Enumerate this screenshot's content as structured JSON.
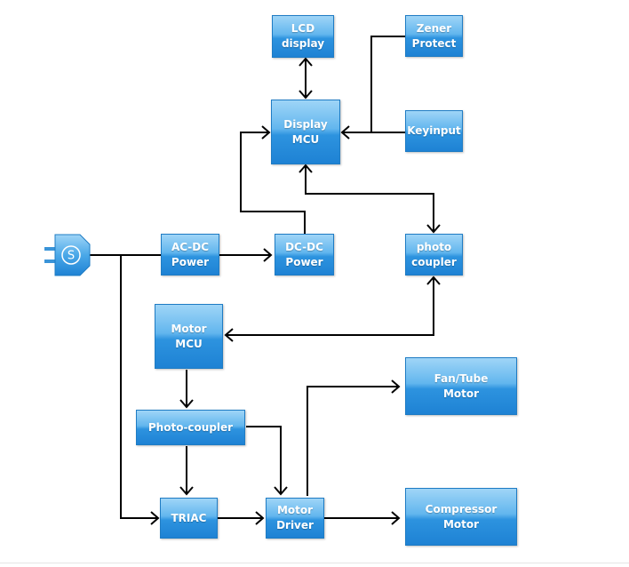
{
  "blocks": {
    "lcd_display": [
      "LCD",
      "display"
    ],
    "zener_protect": [
      "Zener",
      "Protect"
    ],
    "display_mcu": [
      "Display",
      "MCU"
    ],
    "keyinput": [
      "Keyinput"
    ],
    "ac_dc_power": [
      "AC-DC",
      "Power"
    ],
    "dc_dc_power": [
      "DC-DC",
      "Power"
    ],
    "photo_coupler": [
      "photo",
      "coupler"
    ],
    "motor_mcu": [
      "Motor",
      "MCU"
    ],
    "fan_tube_motor": [
      "Fan/Tube",
      "Motor"
    ],
    "photo_coupler_2": [
      "Photo-coupler"
    ],
    "triac": [
      "TRIAC"
    ],
    "motor_driver": [
      "Motor",
      "Driver"
    ],
    "compressor_motor": [
      "Compressor",
      "Motor"
    ]
  },
  "plug": {
    "symbol": "S",
    "icon": "power-plug-icon"
  },
  "colors": {
    "box_top": "#9fd5f7",
    "box_bottom": "#1e82d4",
    "border": "#1f7cc4",
    "line": "#000000"
  }
}
